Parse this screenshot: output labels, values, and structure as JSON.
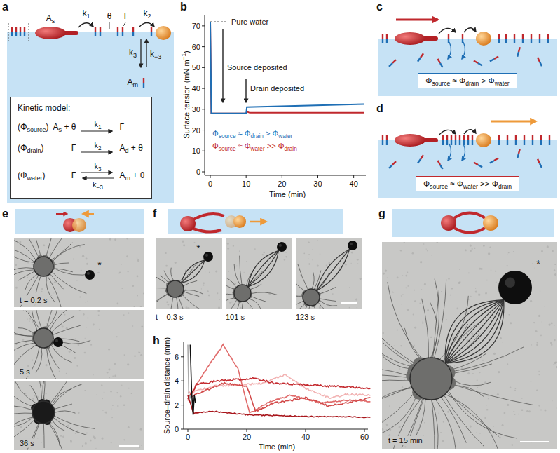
{
  "diagram": {
    "nodes": [
      {
        "text": [
          "Kinetic model:",
          "(Φsource)",
          "As + θ",
          "k1",
          "Γ",
          "(Φdrain)",
          "Γ",
          "k2",
          "Ad + θ",
          "(Φwater)",
          "Γ",
          "k3",
          "k−3",
          "Am + θ"
        ]
      },
      {
        "text": [
          "Φsource ≈ Φdrain > Φwater"
        ]
      },
      {
        "text": [
          "Φsource ≈ Φwater >> Φdrain"
        ]
      }
    ],
    "labels": [
      "a",
      "As",
      "k1",
      "θ",
      "Γ",
      "k2",
      "k3",
      "k−3",
      "Am",
      "b",
      "Surface tension (mN m−1)",
      "0",
      "10",
      "20",
      "30",
      "40",
      "50",
      "60",
      "70",
      "0",
      "10",
      "20",
      "30",
      "40",
      "Time (min)",
      "Pure water",
      "Source deposited",
      "Drain deposited",
      "Φsource ≈ Φdrain > Φwater",
      "Φsource ≈ Φwater >> Φdrain",
      "c",
      "d",
      "e",
      "*",
      "t = 0.2 s",
      "5 s",
      "36 s",
      "f",
      "*",
      "t = 0.3 s",
      "101 s",
      "123 s",
      "g",
      "*",
      "t = 15 min",
      "h",
      "Source–drain distance (mm)",
      "0",
      "2",
      "4",
      "6",
      "0",
      "20",
      "40",
      "60",
      "Time (min)"
    ]
  }
}
